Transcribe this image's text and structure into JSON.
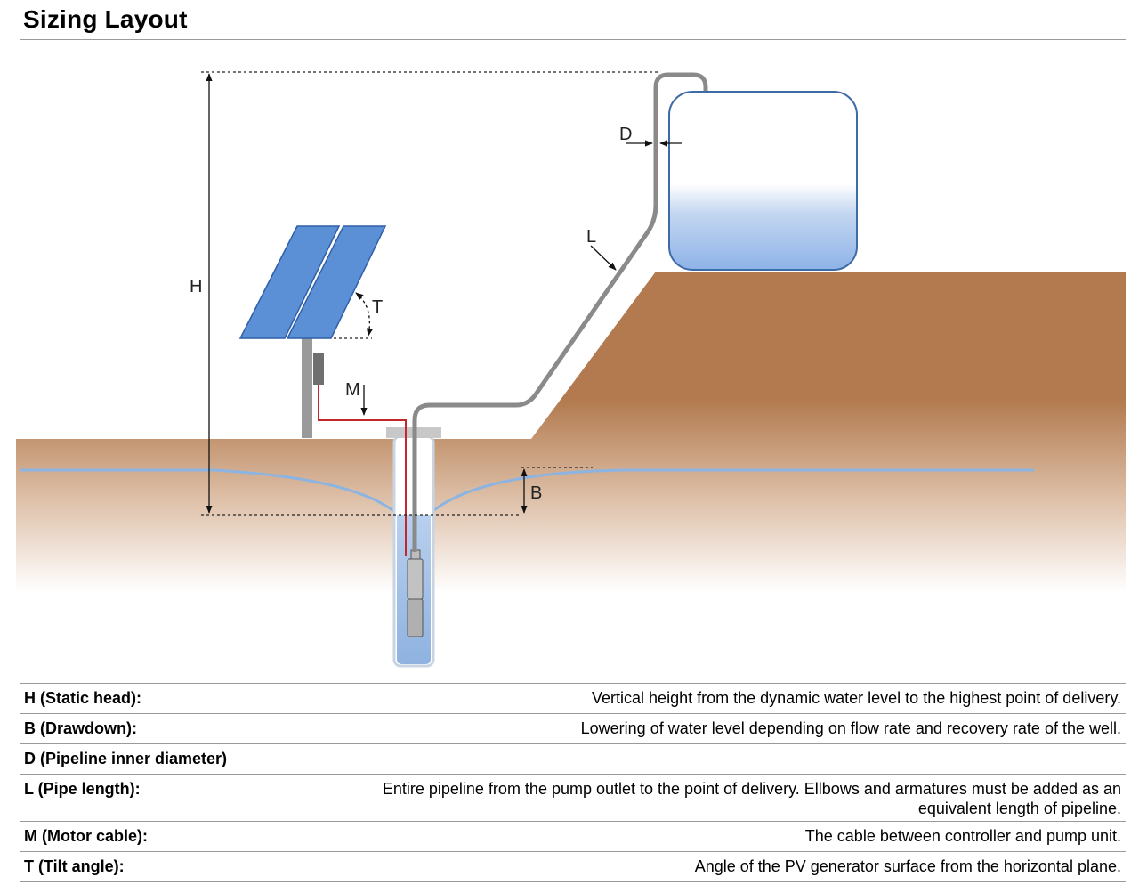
{
  "title": "Sizing Layout",
  "diagram": {
    "labels": {
      "H": "H",
      "D": "D",
      "L": "L",
      "T": "T",
      "M": "M",
      "B": "B"
    },
    "colors": {
      "soil": "#b27a4e",
      "water_line": "#8cb4e2",
      "tank_fill": "#8eb3e8",
      "tank_stroke": "#3e6aa6",
      "panel": "#5b8fd6",
      "pipe": "#7a7a7a",
      "cable": "#c1272d",
      "well_water": "#9cbde6"
    }
  },
  "legend": [
    {
      "term": "H (Static head):",
      "desc": "Vertical height from the dynamic water level to the highest point of delivery."
    },
    {
      "term": "B (Drawdown):",
      "desc": "Lowering of water level depending on flow rate and recovery rate of the well."
    },
    {
      "term": "D (Pipeline inner diameter)",
      "desc": ""
    },
    {
      "term": "L (Pipe length):",
      "desc": "Entire pipeline from the pump outlet to the point of delivery. Ellbows and armatures must be added as an equivalent length of pipeline."
    },
    {
      "term": "M (Motor cable):",
      "desc": "The cable between controller and pump unit."
    },
    {
      "term": "T (Tilt angle):",
      "desc": "Angle of the PV generator surface from the horizontal plane."
    }
  ]
}
